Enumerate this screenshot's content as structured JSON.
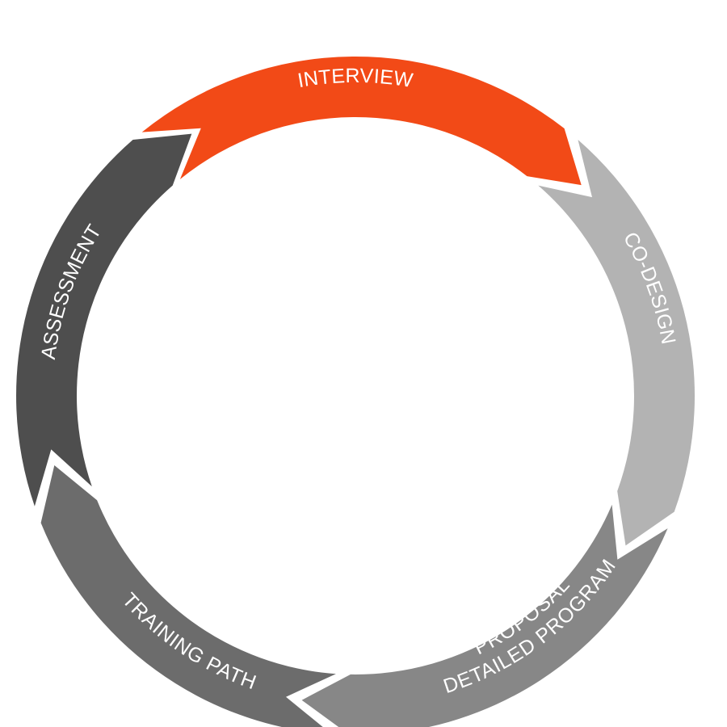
{
  "diagram": {
    "segments": [
      {
        "id": "interview",
        "label_lines": [
          "INTERVIEW"
        ],
        "color": "#f24a17"
      },
      {
        "id": "co-design",
        "label_lines": [
          "CO-DESIGN"
        ],
        "color": "#b3b3b3"
      },
      {
        "id": "detailed-program-proposal",
        "label_lines": [
          "DETAILED PROGRAM",
          "PROPOSAL"
        ],
        "color": "#878787"
      },
      {
        "id": "training-path",
        "label_lines": [
          "TRAINING PATH"
        ],
        "color": "#6c6c6c"
      },
      {
        "id": "assessment",
        "label_lines": [
          "ASSESSMENT"
        ],
        "color": "#4e4e4e"
      }
    ]
  }
}
